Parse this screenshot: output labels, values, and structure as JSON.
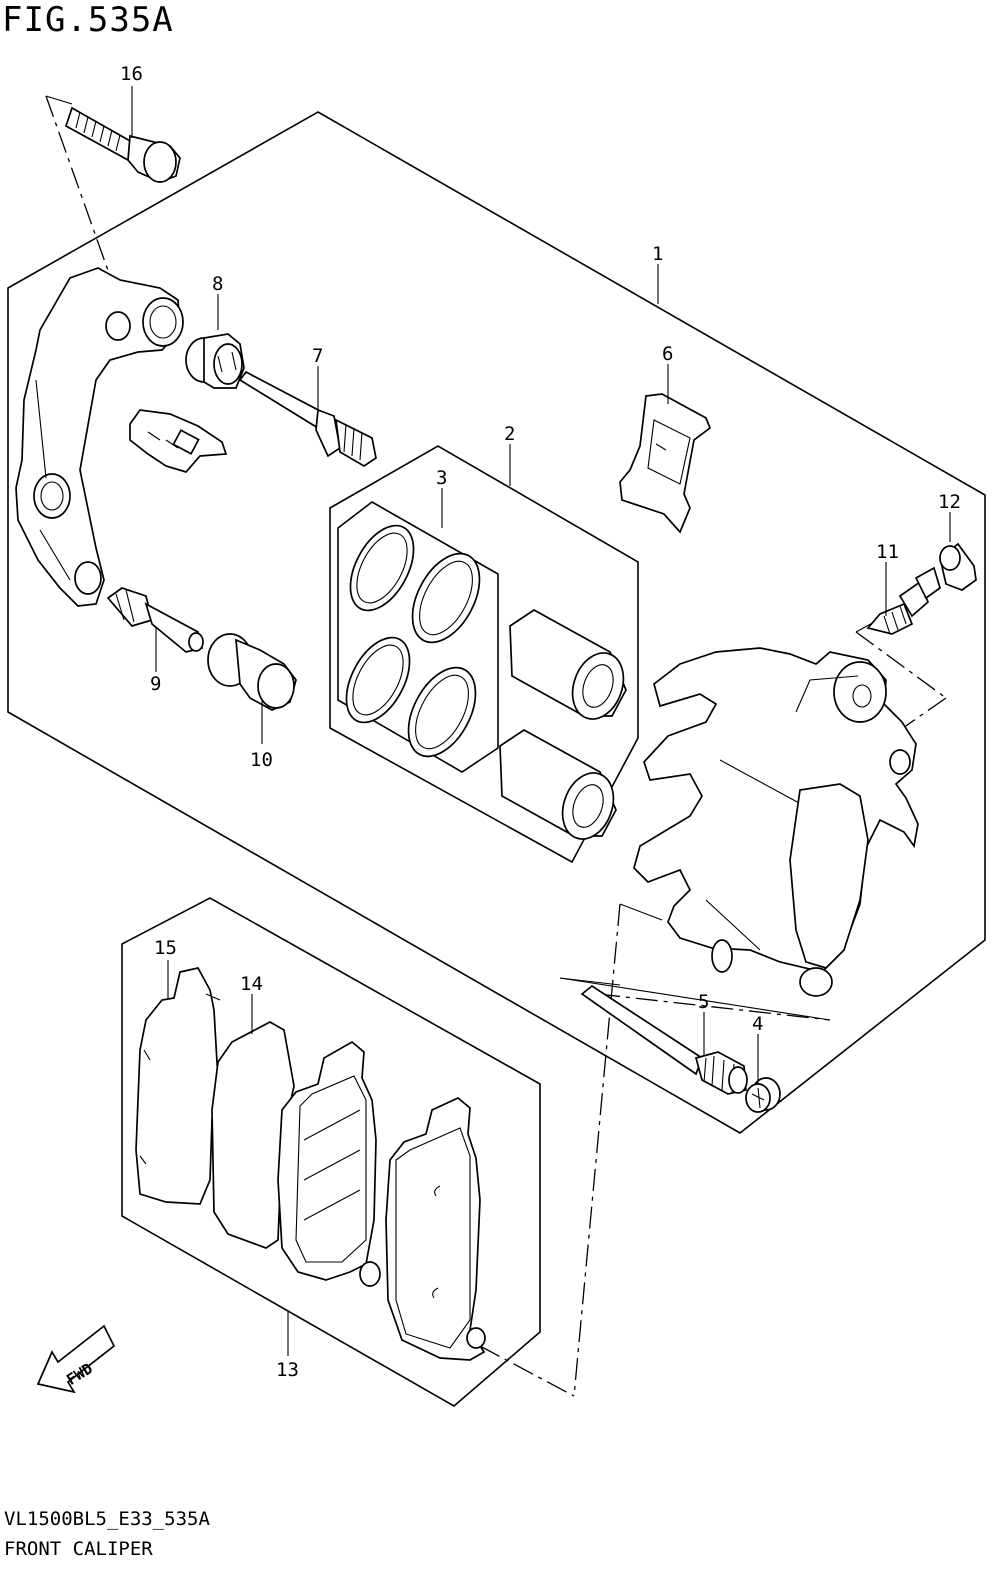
{
  "figure_title": "FIG.535A",
  "model_code": "VL1500BL5_E33_535A",
  "section_name": "FRONT CALIPER",
  "fwd_label": "FWD",
  "callouts": {
    "c1": "1",
    "c2": "2",
    "c3": "3",
    "c4": "4",
    "c5": "5",
    "c6": "6",
    "c7": "7",
    "c8": "8",
    "c9": "9",
    "c10": "10",
    "c11": "11",
    "c12": "12",
    "c13": "13",
    "c14": "14",
    "c15": "15",
    "c16": "16"
  }
}
